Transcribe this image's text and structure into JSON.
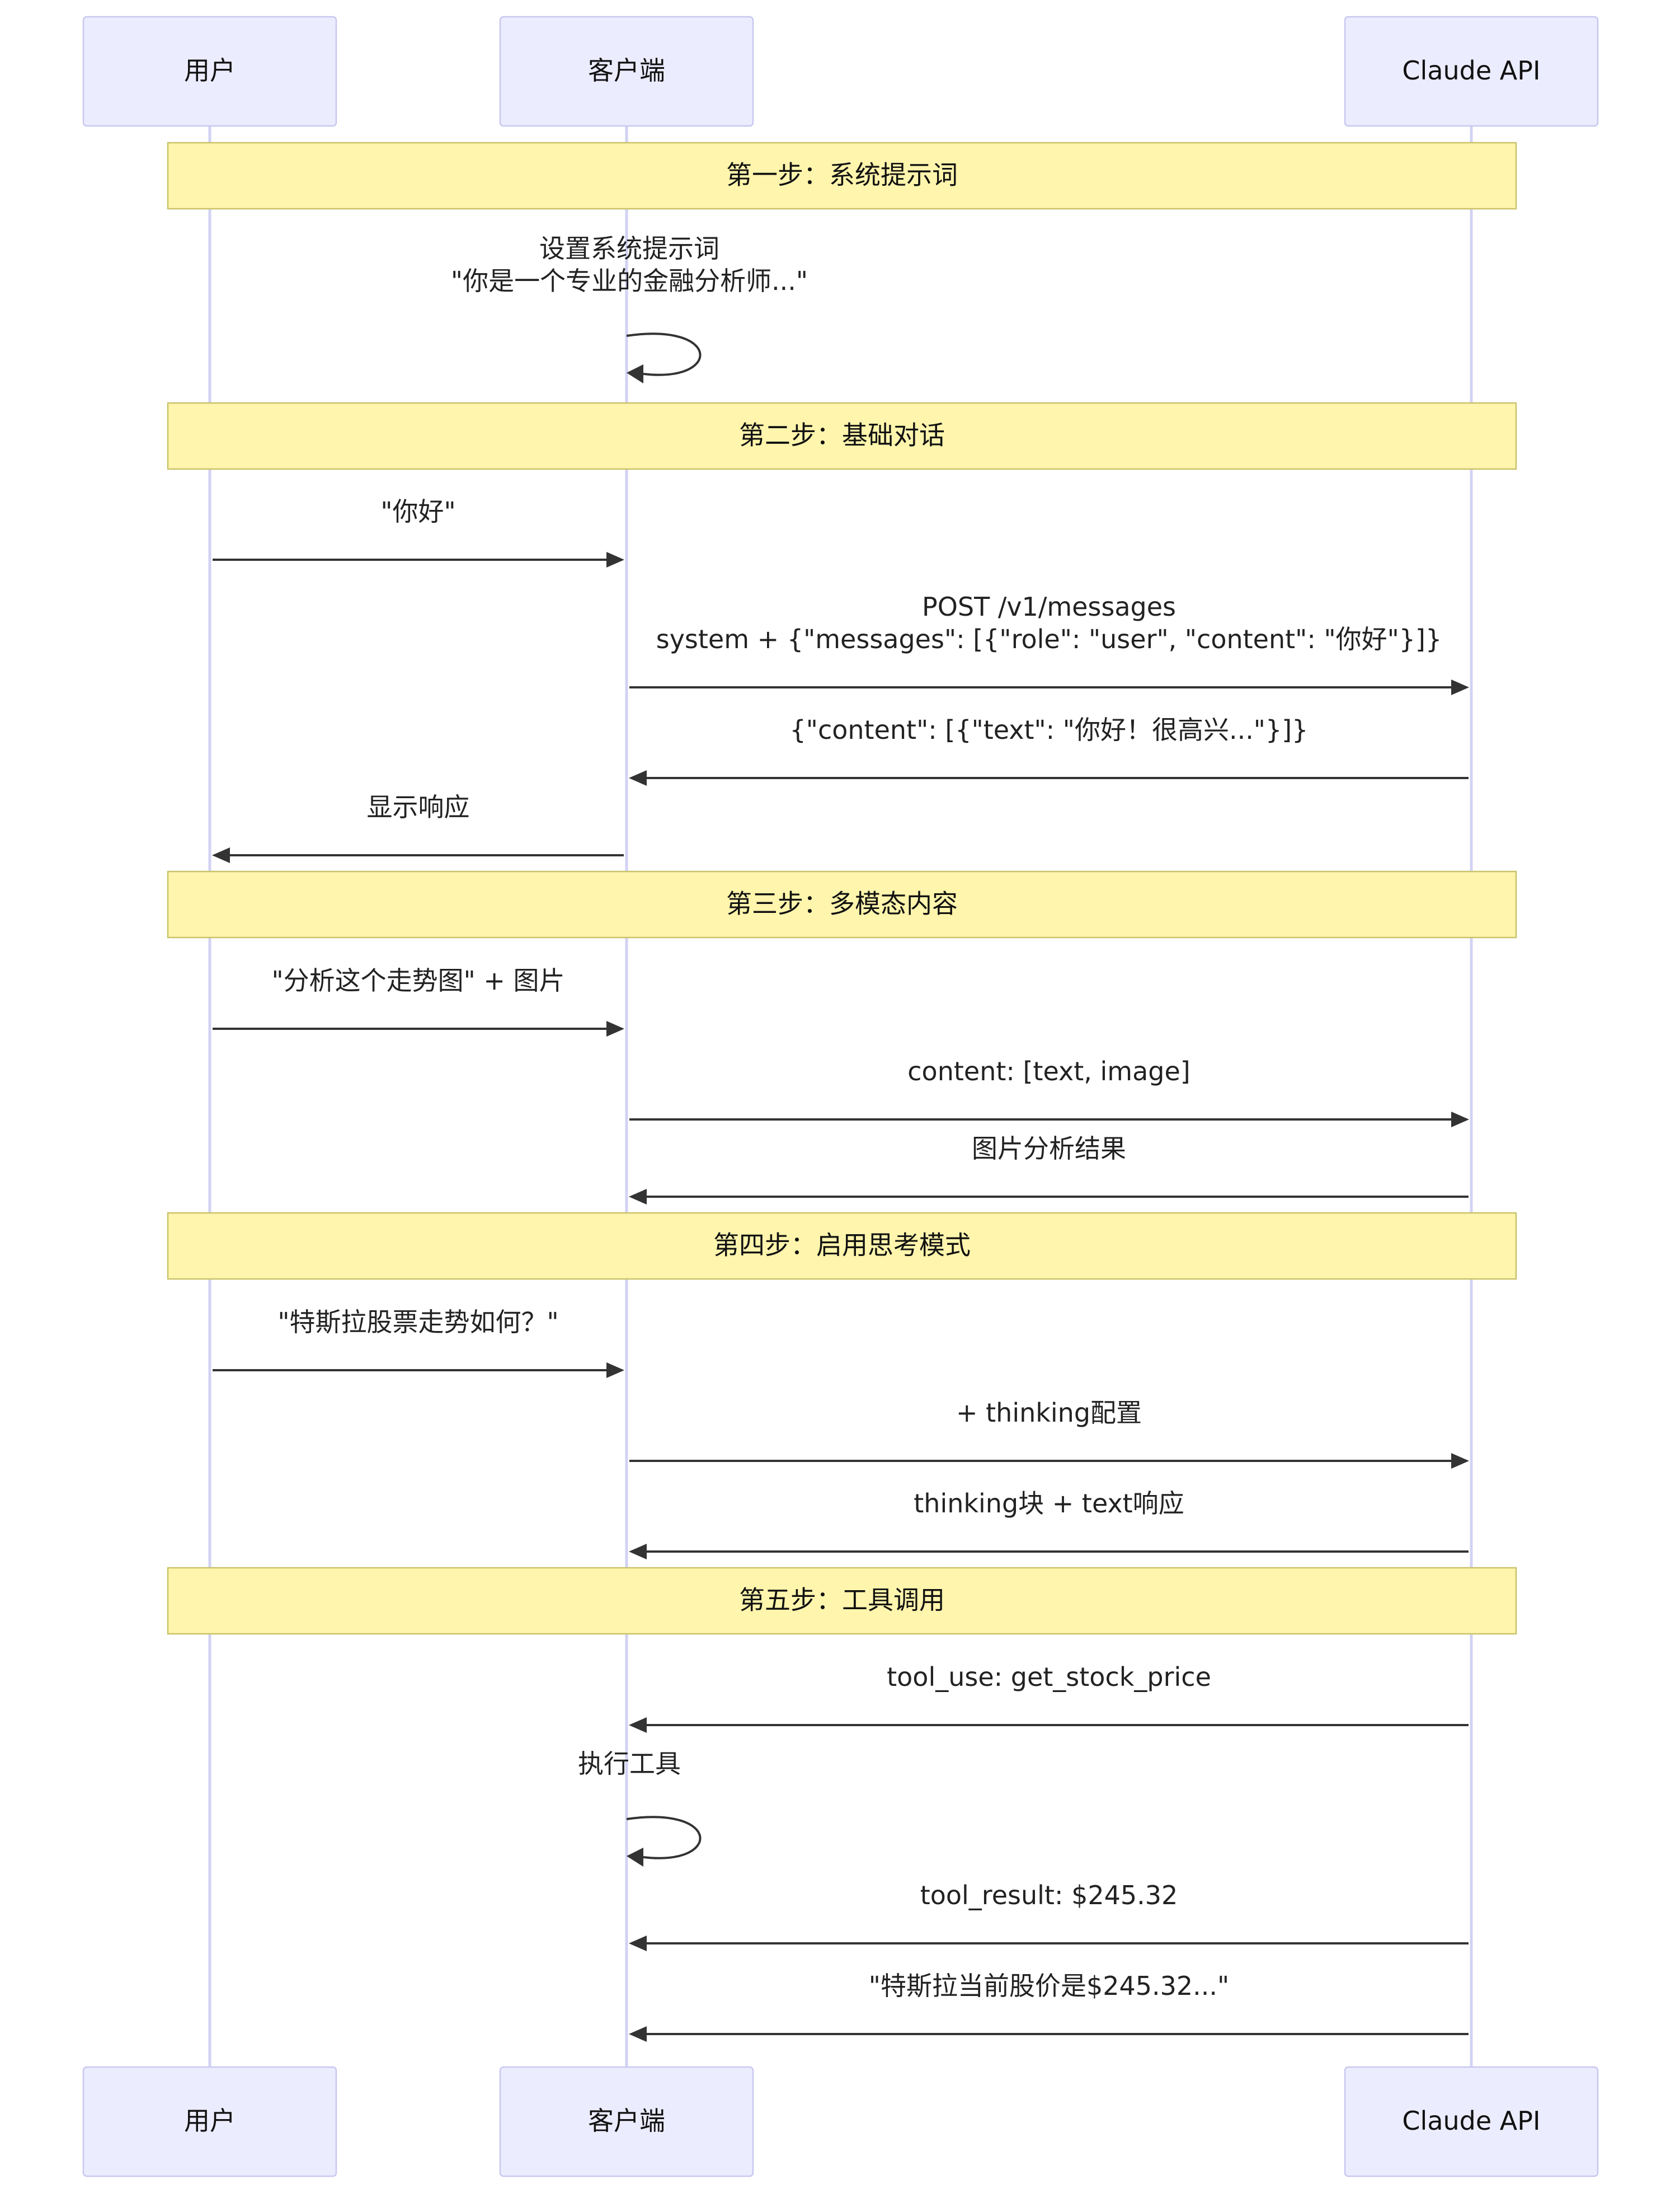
{
  "actors": [
    {
      "id": "user",
      "label": "用户"
    },
    {
      "id": "client",
      "label": "客户端"
    },
    {
      "id": "api",
      "label": "Claude API"
    }
  ],
  "events": [
    {
      "kind": "note",
      "text": "第一步：系统提示词"
    },
    {
      "kind": "self",
      "actor": "client",
      "lines": [
        "设置系统提示词",
        "\"你是一个专业的金融分析师...\""
      ]
    },
    {
      "kind": "note",
      "text": "第二步：基础对话"
    },
    {
      "kind": "msg",
      "from": "user",
      "to": "client",
      "lines": [
        "\"你好\""
      ]
    },
    {
      "kind": "msg",
      "from": "client",
      "to": "api",
      "lines": [
        "POST /v1/messages",
        "system + {\"messages\": [{\"role\": \"user\", \"content\": \"你好\"}]}"
      ]
    },
    {
      "kind": "msg",
      "from": "api",
      "to": "client",
      "lines": [
        "{\"content\": [{\"text\": \"你好！很高兴...\"}]}"
      ]
    },
    {
      "kind": "msg",
      "from": "client",
      "to": "user",
      "lines": [
        "显示响应"
      ]
    },
    {
      "kind": "note",
      "text": "第三步：多模态内容"
    },
    {
      "kind": "msg",
      "from": "user",
      "to": "client",
      "lines": [
        "\"分析这个走势图\" + 图片"
      ]
    },
    {
      "kind": "msg",
      "from": "client",
      "to": "api",
      "lines": [
        "content: [text, image]"
      ]
    },
    {
      "kind": "msg",
      "from": "api",
      "to": "client",
      "lines": [
        "图片分析结果"
      ]
    },
    {
      "kind": "note",
      "text": "第四步：启用思考模式"
    },
    {
      "kind": "msg",
      "from": "user",
      "to": "client",
      "lines": [
        "\"特斯拉股票走势如何？\""
      ]
    },
    {
      "kind": "msg",
      "from": "client",
      "to": "api",
      "lines": [
        "+ thinking配置"
      ]
    },
    {
      "kind": "msg",
      "from": "api",
      "to": "client",
      "lines": [
        "thinking块 + text响应"
      ]
    },
    {
      "kind": "note",
      "text": "第五步：工具调用"
    },
    {
      "kind": "msg",
      "from": "api",
      "to": "client",
      "lines": [
        "tool_use: get_stock_price"
      ]
    },
    {
      "kind": "self",
      "actor": "client",
      "lines": [
        "执行工具"
      ]
    },
    {
      "kind": "msg",
      "from": "api",
      "to": "client",
      "lines": [
        "tool_result: $245.32"
      ]
    },
    {
      "kind": "msg",
      "from": "api",
      "to": "client",
      "lines": [
        "\"特斯拉当前股价是$245.32...\""
      ]
    }
  ]
}
